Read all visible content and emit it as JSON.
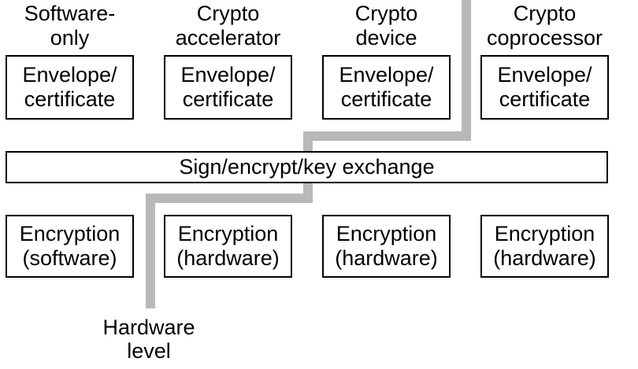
{
  "diagram": {
    "columns": [
      {
        "header": [
          "Software-",
          "only"
        ],
        "envelope_box": [
          "Envelope/",
          "certificate"
        ],
        "encryption_box": [
          "Encryption",
          "(software)"
        ]
      },
      {
        "header": [
          "Crypto",
          "accelerator"
        ],
        "envelope_box": [
          "Envelope/",
          "certificate"
        ],
        "encryption_box": [
          "Encryption",
          "(hardware)"
        ]
      },
      {
        "header": [
          "Crypto",
          "device"
        ],
        "envelope_box": [
          "Envelope/",
          "certificate"
        ],
        "encryption_box": [
          "Encryption",
          "(hardware)"
        ]
      },
      {
        "header": [
          "Crypto",
          "coprocessor"
        ],
        "envelope_box": [
          "Envelope/",
          "certificate"
        ],
        "encryption_box": [
          "Encryption",
          "(hardware)"
        ]
      }
    ],
    "sign_bar": {
      "label": "Sign/encrypt/key exchange"
    },
    "hardware_label": [
      "Hardware",
      "level"
    ],
    "colors": {
      "boundary_line": "#b9b9b9",
      "box_border": "#000000",
      "text": "#000000",
      "background": "#ffffff"
    }
  }
}
